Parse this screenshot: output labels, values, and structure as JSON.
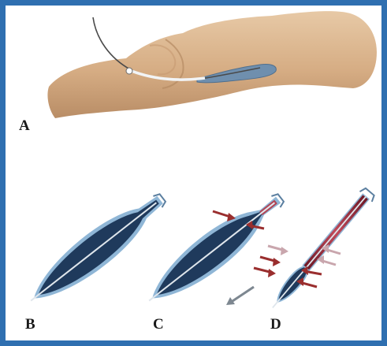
{
  "labels": {
    "a": "A",
    "b": "B",
    "c": "C",
    "d": "D"
  },
  "colors": {
    "border": "#2f6fb0",
    "skin": "#d9b48f",
    "skin_shadow": "#b58a63",
    "vein_dark": "#1f3a5c",
    "vein_light": "#8fb6d6",
    "catheter": "#e9eef3",
    "laser_red": "#9a2a3a",
    "arrow_red": "#9a2e2e",
    "arrow_pale": "#c9a6ad",
    "arrow_gray": "#7d8790"
  },
  "icons": {
    "arrows": "arrow-icon"
  }
}
